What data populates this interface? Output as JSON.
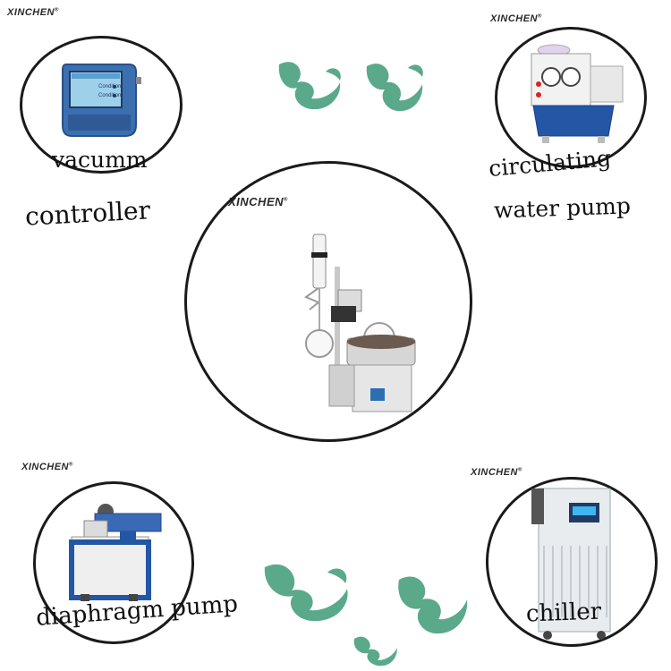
{
  "brand": {
    "logo_text": "XINCHEN",
    "reg_mark": "®"
  },
  "labels": {
    "vacuum_line1": "vacumm",
    "vacuum_line2": "controller",
    "pump_line1": "circulating",
    "pump_line2": "water pump",
    "diaphragm": "diaphragm pump",
    "chiller": "chiller"
  },
  "controller_screen": {
    "row1": "Condition",
    "row2": "Condition"
  },
  "colors": {
    "ornament": "#5aa98a",
    "circle": "#1a1a1a",
    "equipment_blue": "#2456a6"
  }
}
